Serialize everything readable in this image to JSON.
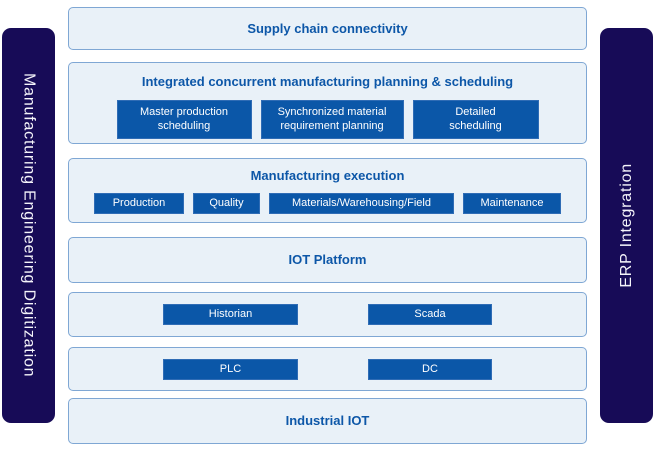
{
  "diagram": {
    "sidebars": {
      "left": "Manufacturing Engineering Digitization",
      "right": "ERP Integration"
    },
    "rows": [
      {
        "title": "Supply chain connectivity"
      },
      {
        "title": "Integrated concurrent manufacturing planning & scheduling",
        "buttons": [
          "Master production\nscheduling",
          "Synchronized material\nrequirement planning",
          "Detailed\nscheduling"
        ]
      },
      {
        "title": "Manufacturing execution",
        "buttons": [
          "Production",
          "Quality",
          "Materials/Warehousing/Field",
          "Maintenance"
        ]
      },
      {
        "title": "IOT Platform"
      },
      {
        "buttons": [
          "Historian",
          "Scada"
        ]
      },
      {
        "buttons": [
          "PLC",
          "DC"
        ]
      },
      {
        "title": "Industrial IOT"
      }
    ],
    "colors": {
      "sidebar_navy": "#170b57",
      "node_blue": "#0b57a8",
      "title_blue": "#0d57a8",
      "panel_fill": "#e9f1f8",
      "panel_border": "#7fa7d4"
    }
  }
}
